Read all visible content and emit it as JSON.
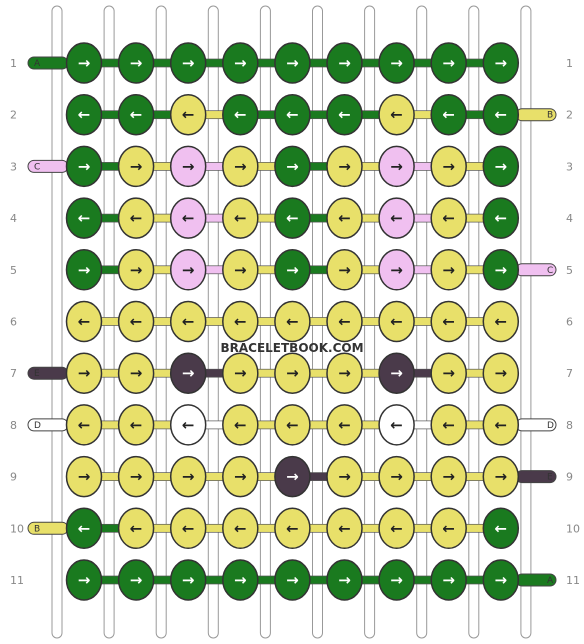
{
  "watermark": "BRACELETBOOK.COM",
  "colors": {
    "A": "#1a7a1f",
    "B": "#e8e06a",
    "C": "#f0c0f0",
    "D": "#ffffff",
    "E": "#4a3a4a"
  },
  "strands_left": [
    "A",
    "",
    "C",
    "",
    "",
    "",
    "E",
    "D",
    "",
    "B",
    ""
  ],
  "strands_right": [
    "",
    "B",
    "",
    "",
    "C",
    "",
    "",
    "D",
    "E",
    "",
    "A"
  ],
  "row_labels": [
    "1",
    "2",
    "3",
    "4",
    "5",
    "6",
    "7",
    "8",
    "9",
    "10",
    "11"
  ],
  "knots": [
    [
      "A>",
      "A>",
      "A>",
      "A>",
      "A>",
      "A>",
      "A>",
      "A>",
      "A>"
    ],
    [
      "A<",
      "A<",
      "B<",
      "A<",
      "A<",
      "A<",
      "B<",
      "A<",
      "A<"
    ],
    [
      "A>",
      "B>",
      "C>",
      "B>",
      "A>",
      "B>",
      "C>",
      "B>",
      "A>"
    ],
    [
      "A<",
      "B<",
      "C<",
      "B<",
      "A<",
      "B<",
      "C<",
      "B<",
      "A<"
    ],
    [
      "A>",
      "B>",
      "C>",
      "B>",
      "A>",
      "B>",
      "C>",
      "B>",
      "A>"
    ],
    [
      "B<",
      "B<",
      "B<",
      "B<",
      "B<",
      "B<",
      "B<",
      "B<",
      "B<"
    ],
    [
      "B>",
      "B>",
      "E>",
      "B>",
      "B>",
      "B>",
      "E>",
      "B>",
      "B>"
    ],
    [
      "B<",
      "B<",
      "D<",
      "B<",
      "B<",
      "B<",
      "D<",
      "B<",
      "B<"
    ],
    [
      "B>",
      "B>",
      "B>",
      "B>",
      "E>",
      "B>",
      "B>",
      "B>",
      "B>"
    ],
    [
      "A<",
      "B<",
      "B<",
      "B<",
      "B<",
      "B<",
      "B<",
      "B<",
      "A<"
    ],
    [
      "A>",
      "A>",
      "A>",
      "A>",
      "A>",
      "A>",
      "A>",
      "A>",
      "A>"
    ]
  ]
}
